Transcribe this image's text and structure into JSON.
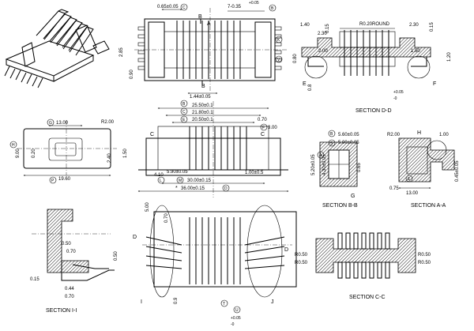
{
  "iso_view": {},
  "top_view": {
    "dims": {
      "d065": "0.65±0.05",
      "d7": "7-0.35",
      "d7_tol": "+0.05",
      "d144": "1.44±0.05",
      "d285": "2.85",
      "d090": "0.90"
    },
    "bubbles": {
      "c": "C",
      "b": "B",
      "k": "K",
      "v": "V"
    },
    "letters": {
      "b_top": "B",
      "b_bot": "B",
      "a_top": "A"
    }
  },
  "section_dd": {
    "title": "SECTION D-D",
    "dims": {
      "d140": "1.40",
      "d015": "0.15",
      "dround": "R0.20ROUND",
      "d230a": "2.30",
      "d230b": "2.30",
      "d200": "2.00",
      "d080": "0.80",
      "d150": "1.50",
      "d120": "1.20",
      "tol_plus": "+0.05",
      "tol_minus": "-0",
      "d08": "0.8"
    },
    "letters": {
      "e": "E",
      "f": "F"
    }
  },
  "front_view": {
    "dims": {
      "d2550": "25.50±0.1",
      "d2180": "21.80±0.1",
      "d2050": "20.50±0.1",
      "d070": "0.70",
      "d300": "3.00",
      "d150": "1.50",
      "d410": "4.10",
      "d590": "5.90±0.05",
      "d3000": "30.00±0.15",
      "d3600": "36.00±0.15",
      "d100": "1.00±0.5"
    },
    "bubbles": {
      "b": "B",
      "c": "C",
      "e": "E",
      "f": "F",
      "l": "L",
      "m": "M",
      "d": "D"
    },
    "letters": {
      "c_left": "C",
      "c_right": "C",
      "star": "*"
    }
  },
  "end_view": {
    "dims": {
      "d1300": "13.00",
      "r200": "R2.00",
      "d900": "9.00",
      "d020": "0.20",
      "d240": "2.40",
      "d1960": "19.60"
    },
    "bubbles": {
      "g": "G",
      "h": "H",
      "p": "P"
    }
  },
  "section_bb": {
    "title": "SECTION B-B",
    "dims": {
      "d560": "5.60±0.05",
      "d500": "5.00±0.05",
      "d520": "5.20±0.05",
      "d430": "4.30±0.05",
      "d065": "0.65"
    },
    "bubbles": {
      "a": "A",
      "b": "B",
      "s": "S"
    },
    "letters": {
      "g": "G"
    }
  },
  "section_aa": {
    "title": "SECTION A-A",
    "dims": {
      "r200": "R2.00",
      "d100": "1.00",
      "d045": "0.45±0.05",
      "d075": "0.75",
      "d1300": "13.00"
    },
    "bubbles": {
      "e": "E"
    },
    "letters": {
      "h": "H"
    }
  },
  "section_ii": {
    "title": "SECTION I-I",
    "dims": {
      "r050": "0.50",
      "d070": "0.70",
      "d015": "0.15",
      "d044": "0.44",
      "d070b": "0.70",
      "d050": "0.50"
    }
  },
  "pin_view": {
    "dims": {
      "d500": "5.00",
      "d070": "0.70",
      "tol_plus": "+0.05",
      "tol_minus": "-0",
      "d09": "0.9"
    },
    "bubbles": {
      "t": "T",
      "u": "U"
    },
    "letters": {
      "d_left": "D",
      "d_right": "D",
      "i_left": "I",
      "j_right": "J"
    }
  },
  "section_cc": {
    "title": "SECTION C-C",
    "dims": {
      "r050a": "R0.50",
      "r050b": "R0.50",
      "r050c": "R0.50",
      "r050d": "R0.50"
    }
  }
}
